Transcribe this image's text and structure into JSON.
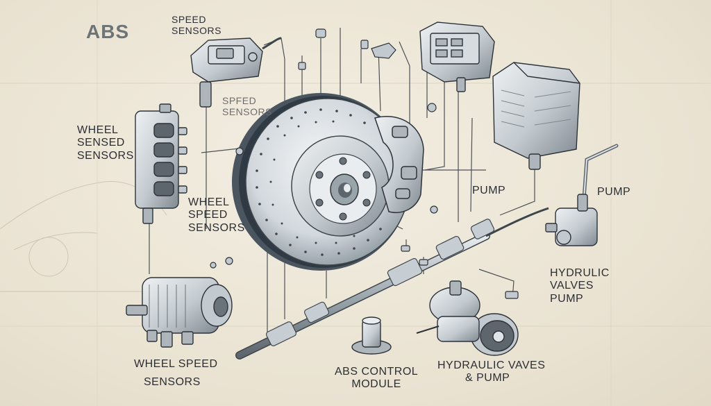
{
  "title": "ABS",
  "labels": {
    "top_speed_sensors": [
      "SPEED",
      "SENSORS"
    ],
    "mid_speed_sensors": [
      "SPFED",
      "SENSORS"
    ],
    "wheel_sensed_sensors": [
      "WHEEL",
      "SENSED",
      "SENSORS"
    ],
    "wheel_speed_sensors_center": [
      "WHEEL",
      "SPEED",
      "SENSORS"
    ],
    "pump_center": "PUMP",
    "pump_right": "PUMP",
    "hydraulic_right": [
      "HYDRULIC",
      "VALVES",
      "PUMP"
    ],
    "wheel_speed_sensors_bottom": [
      "WHEEL SPEED",
      "SENSORS"
    ],
    "abs_control_module": [
      "ABS CONTROL",
      "MODULE"
    ],
    "hydraulic_bottom": [
      "HYDRAULIC VAVES",
      "& PUMP"
    ]
  },
  "colors": {
    "background": "#ece5d5",
    "ink": "#2b2e33",
    "metal_light": "#dfe3e6",
    "metal_mid": "#aeb6bc",
    "metal_dark": "#5d666d",
    "accent_blue": "#3d5f7d"
  }
}
